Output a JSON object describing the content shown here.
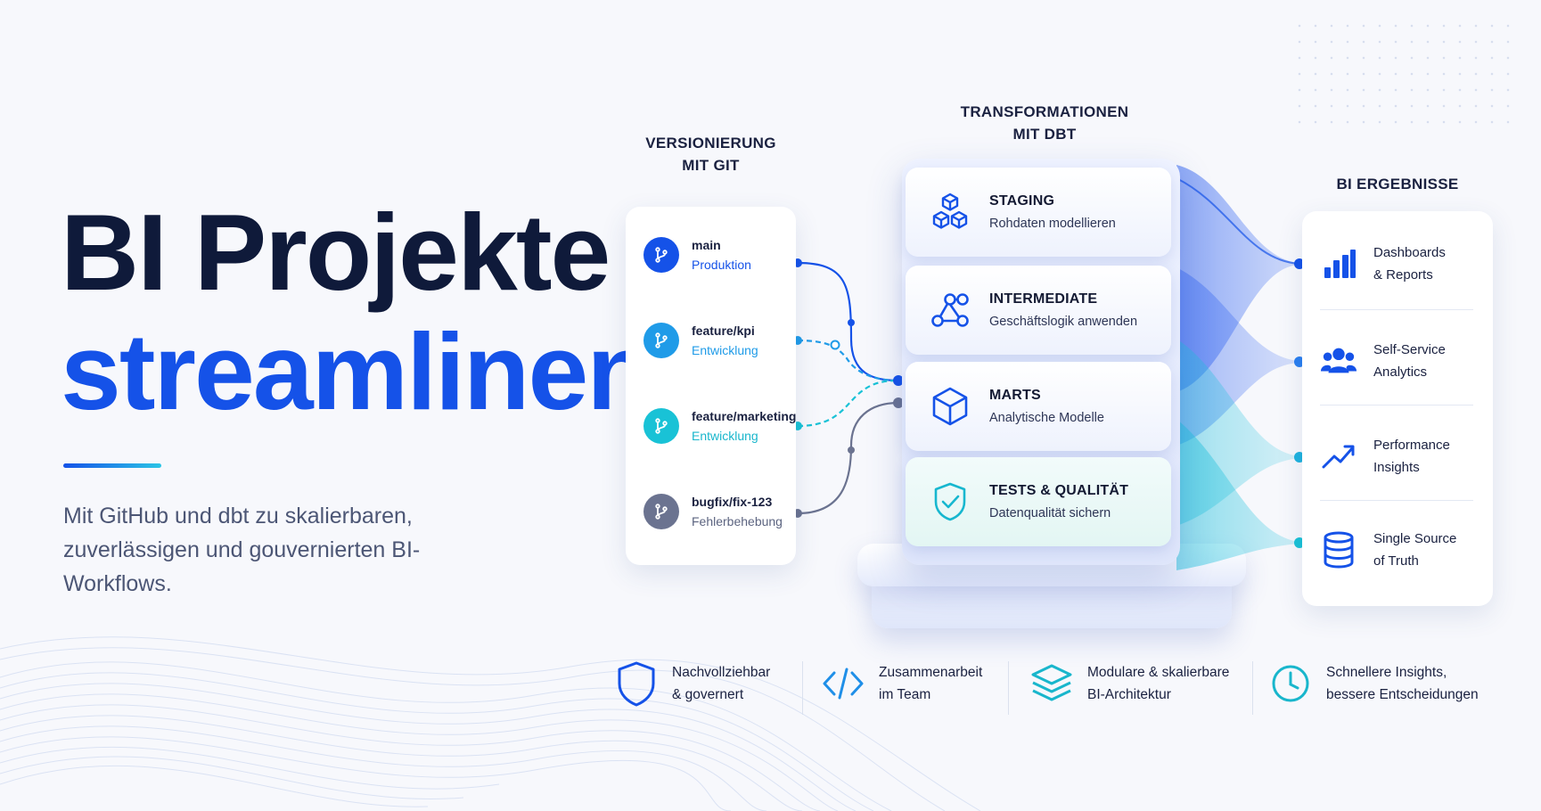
{
  "hero": {
    "title_line1": "BI Projekte",
    "title_line2": "streamlinen",
    "subtitle": "Mit GitHub und dbt zu skalierbaren, zuverlässigen und gouvernierten BI-Workflows."
  },
  "git": {
    "header": [
      "VERSIONIERUNG",
      "MIT GIT"
    ],
    "branches": [
      {
        "name": "main",
        "env": "Produktion",
        "color": "#1552e8",
        "env_color": "#1552e8"
      },
      {
        "name": "feature/kpi",
        "env": "Entwicklung",
        "color": "#1f9be8",
        "env_color": "#1f9be8"
      },
      {
        "name": "feature/marketing",
        "env": "Entwicklung",
        "color": "#19c2d6",
        "env_color": "#19b6cc"
      },
      {
        "name": "bugfix/fix-123",
        "env": "Fehlerbehebung",
        "color": "#6b7390",
        "env_color": "#5c6480"
      }
    ]
  },
  "dbt": {
    "header": [
      "TRANSFORMATIONEN",
      "MIT DBT"
    ],
    "layers": [
      {
        "title": "STAGING",
        "subtitle": "Rohdaten modellieren",
        "icon": "cubes-icon"
      },
      {
        "title": "INTERMEDIATE",
        "subtitle": "Geschäftslogik anwenden",
        "icon": "nodes-icon"
      },
      {
        "title": "MARTS",
        "subtitle": "Analytische Modelle",
        "icon": "cube-icon"
      },
      {
        "title": "TESTS & QUALITÄT",
        "subtitle": "Datenqualität sichern",
        "icon": "shield-check-icon"
      }
    ]
  },
  "results": {
    "header": "BI ERGEBNISSE",
    "items": [
      {
        "line1": "Dashboards",
        "line2": "& Reports",
        "icon": "bar-chart-icon"
      },
      {
        "line1": "Self-Service",
        "line2": "Analytics",
        "icon": "users-icon"
      },
      {
        "line1": "Performance",
        "line2": "Insights",
        "icon": "trend-up-icon"
      },
      {
        "line1": "Single Source",
        "line2": "of Truth",
        "icon": "database-icon"
      }
    ]
  },
  "features": [
    {
      "line1": "Nachvollziehbar",
      "line2": "& governert",
      "icon": "shield-icon"
    },
    {
      "line1": "Zusammenarbeit",
      "line2": "im Team",
      "icon": "code-icon"
    },
    {
      "line1": "Modulare & skalierbare",
      "line2": "BI-Architektur",
      "icon": "layers-icon"
    },
    {
      "line1": "Schnellere Insights,",
      "line2": "bessere Entscheidungen",
      "icon": "clock-icon"
    }
  ],
  "colors": {
    "primary": "#1552e8",
    "accent": "#2bc5e6",
    "text_dark": "#0f1a3a",
    "muted": "#4c5675"
  }
}
